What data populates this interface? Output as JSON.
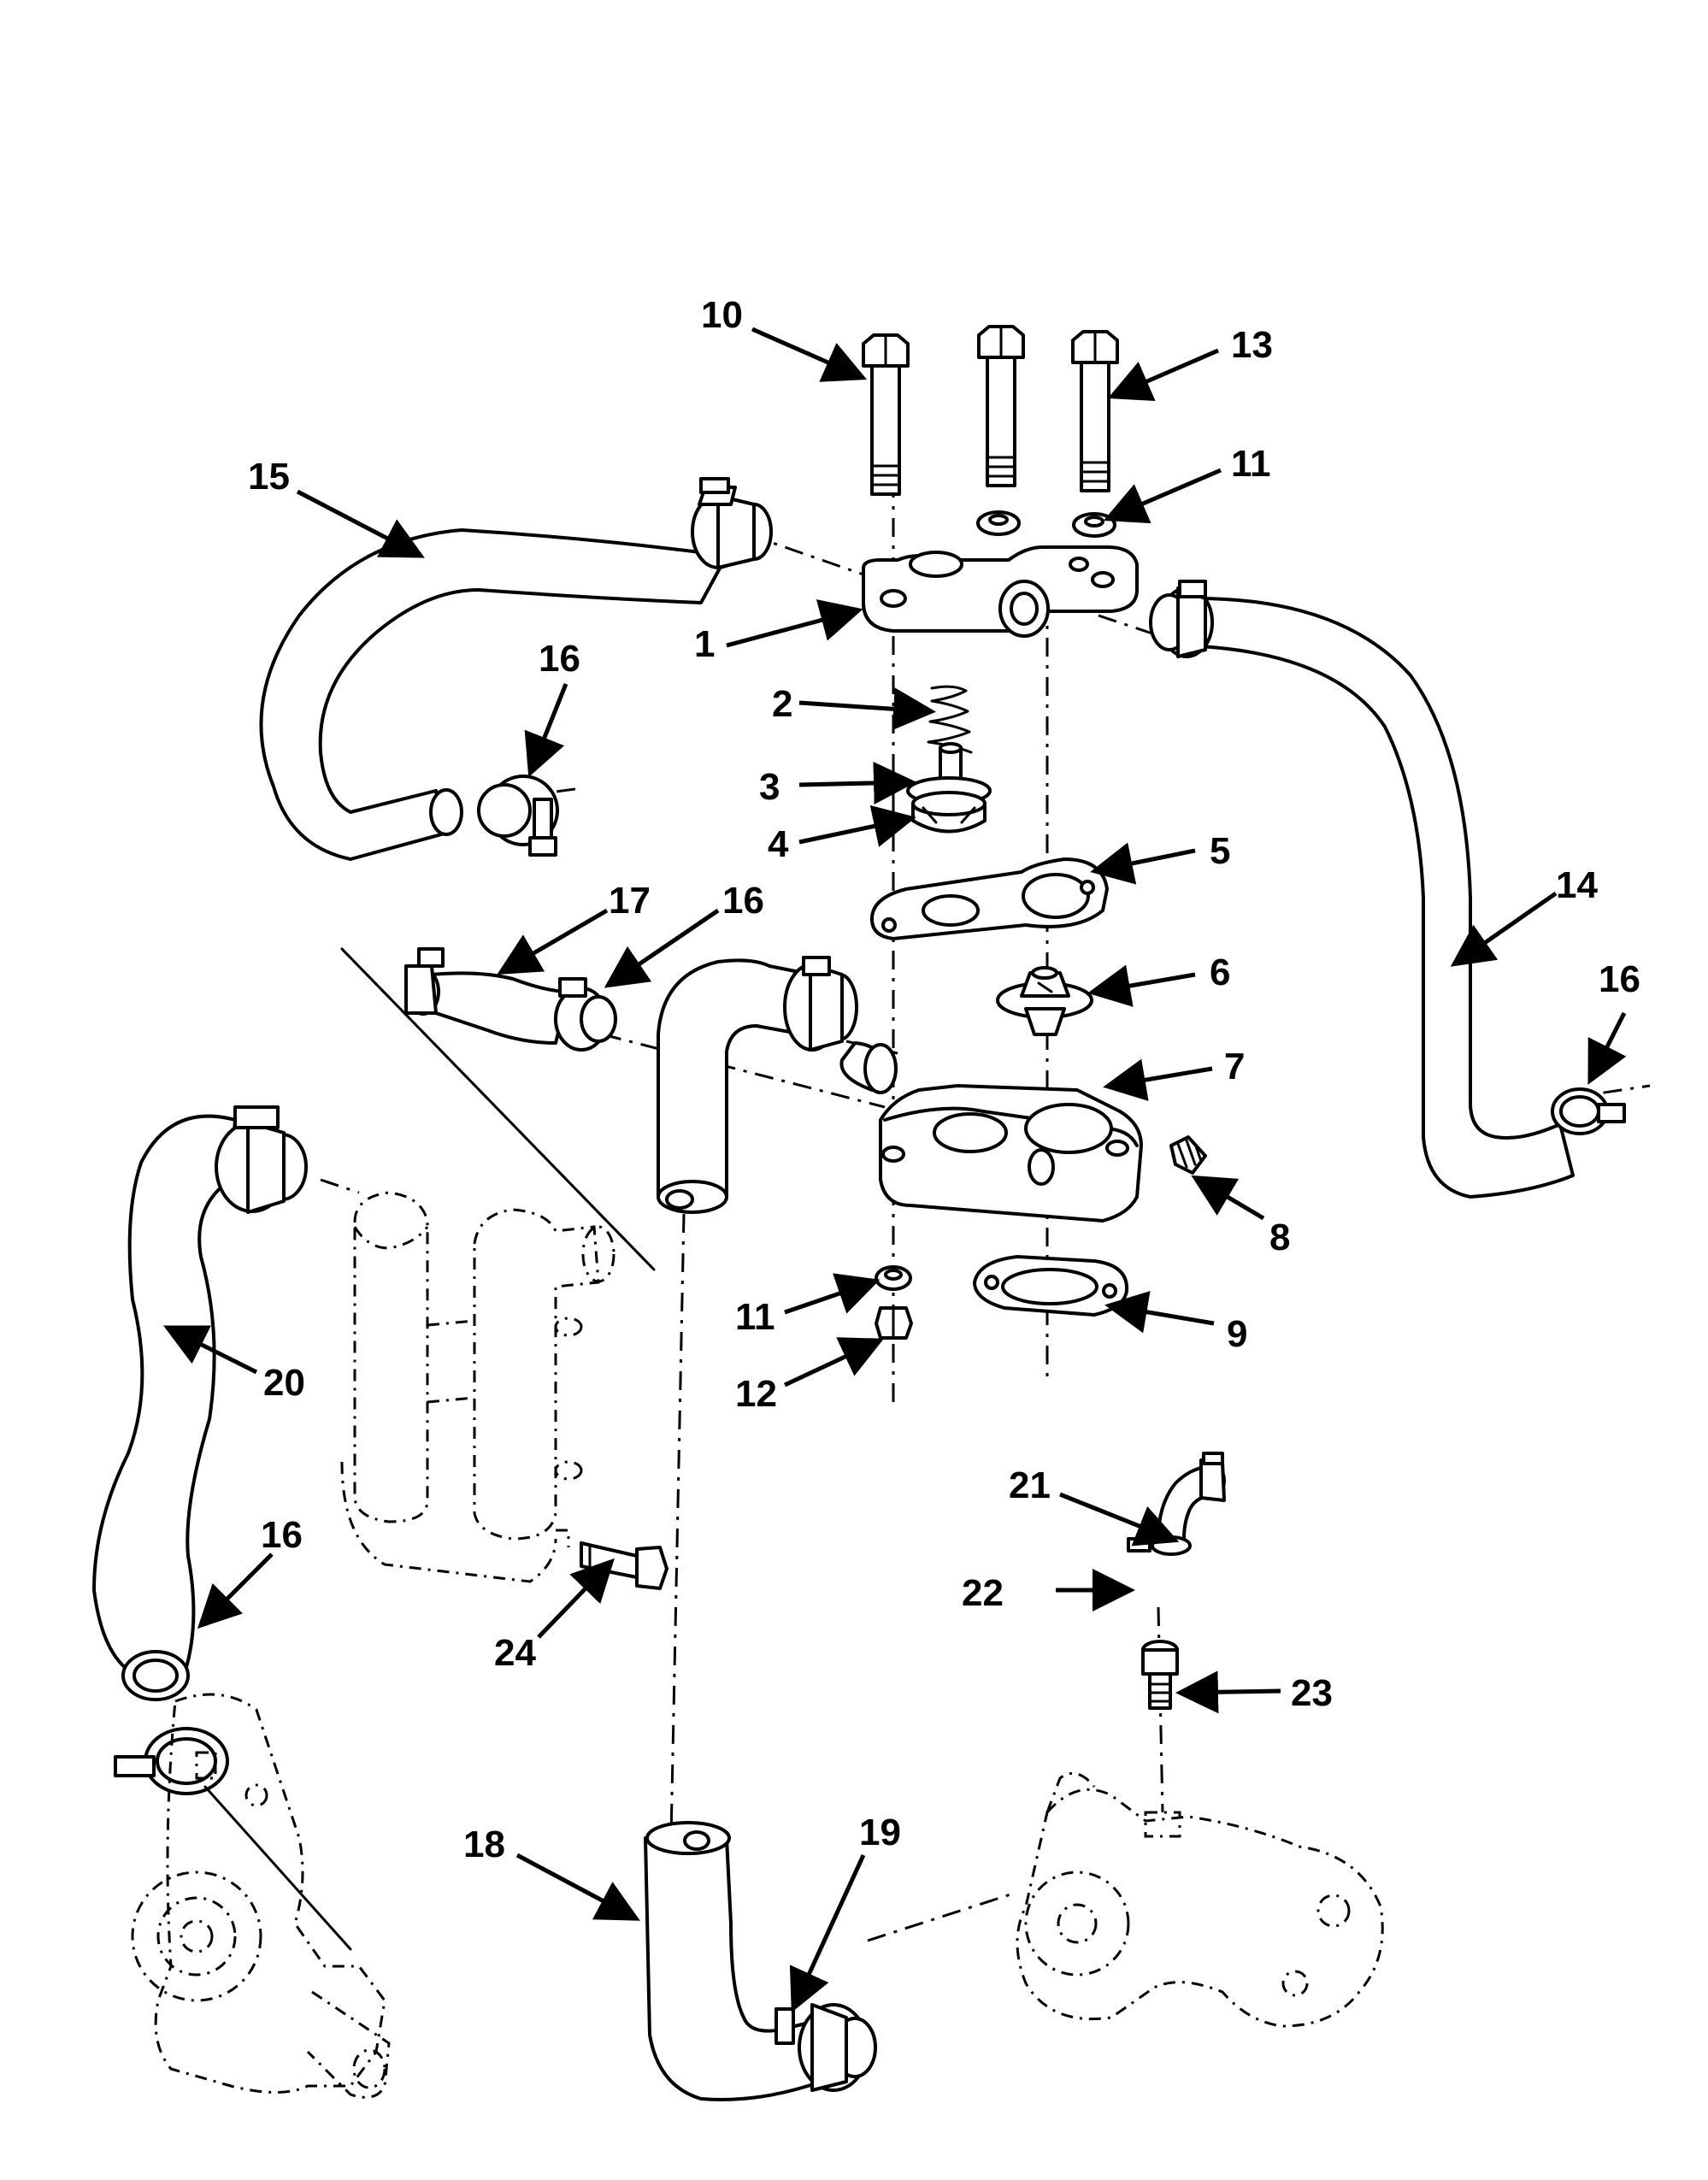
{
  "callouts": [
    {
      "id": "c10",
      "text": "10"
    },
    {
      "id": "c13",
      "text": "13"
    },
    {
      "id": "c15",
      "text": "15"
    },
    {
      "id": "c11a",
      "text": "11"
    },
    {
      "id": "c1",
      "text": "1"
    },
    {
      "id": "c16a",
      "text": "16"
    },
    {
      "id": "c2",
      "text": "2"
    },
    {
      "id": "c3",
      "text": "3"
    },
    {
      "id": "c4",
      "text": "4"
    },
    {
      "id": "c5",
      "text": "5"
    },
    {
      "id": "c14",
      "text": "14"
    },
    {
      "id": "c17",
      "text": "17"
    },
    {
      "id": "c16b",
      "text": "16"
    },
    {
      "id": "c6",
      "text": "6"
    },
    {
      "id": "c16c",
      "text": "16"
    },
    {
      "id": "c7",
      "text": "7"
    },
    {
      "id": "c8",
      "text": "8"
    },
    {
      "id": "c20",
      "text": "20"
    },
    {
      "id": "c11b",
      "text": "11"
    },
    {
      "id": "c9",
      "text": "9"
    },
    {
      "id": "c12",
      "text": "12"
    },
    {
      "id": "c16d",
      "text": "16"
    },
    {
      "id": "c21",
      "text": "21"
    },
    {
      "id": "c22",
      "text": "22"
    },
    {
      "id": "c24",
      "text": "24"
    },
    {
      "id": "c23",
      "text": "23"
    },
    {
      "id": "c18",
      "text": "18"
    },
    {
      "id": "c19",
      "text": "19"
    }
  ]
}
